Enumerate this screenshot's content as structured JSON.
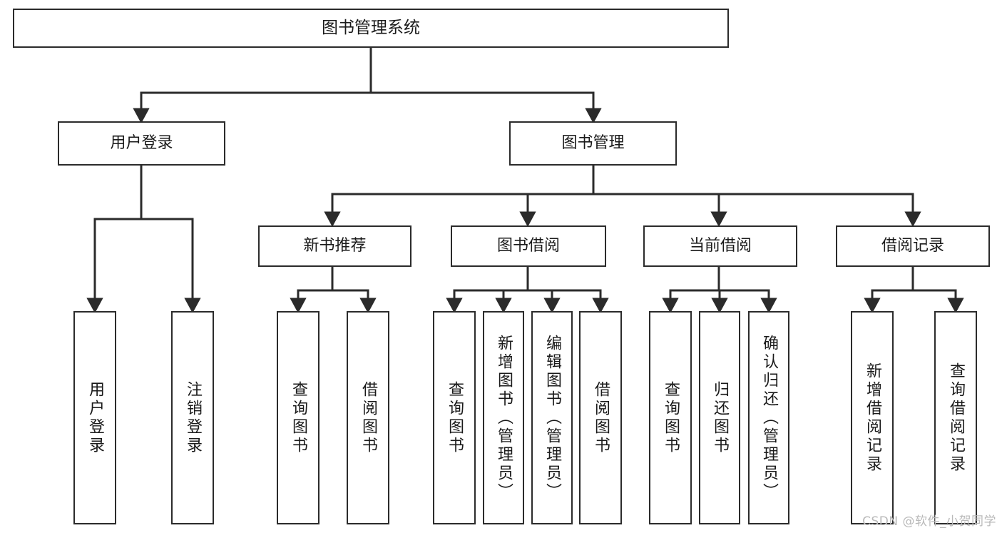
{
  "diagram": {
    "title": "图书管理系统",
    "watermark": "CSDN @软件_小贺同学",
    "colors": {
      "box_border": "#2b2b2b",
      "box_fill": "#ffffff",
      "connector": "#2b2b2b",
      "text": "#1a1a1a",
      "watermark": "#b9b9b9",
      "background": "#ffffff"
    },
    "nodes": {
      "root": {
        "label": "图书管理系统"
      },
      "level2": [
        {
          "label": "用户登录"
        },
        {
          "label": "图书管理"
        }
      ],
      "level3": [
        {
          "label": "新书推荐"
        },
        {
          "label": "图书借阅"
        },
        {
          "label": "当前借阅"
        },
        {
          "label": "借阅记录"
        }
      ],
      "leaves": {
        "user_login": [
          {
            "label": "用户登录"
          },
          {
            "label": "注销登录"
          }
        ],
        "new_book_recommend": [
          {
            "label": "查询图书"
          },
          {
            "label": "借阅图书"
          }
        ],
        "book_borrow": [
          {
            "label": "查询图书"
          },
          {
            "label": "新增图书（管理员）"
          },
          {
            "label": "编辑图书（管理员）"
          },
          {
            "label": "借阅图书"
          }
        ],
        "current_borrow": [
          {
            "label": "查询图书"
          },
          {
            "label": "归还图书"
          },
          {
            "label": "确认归还（管理员）"
          }
        ],
        "borrow_record": [
          {
            "label": "新增借阅记录"
          },
          {
            "label": "查询借阅记录"
          }
        ]
      }
    }
  }
}
